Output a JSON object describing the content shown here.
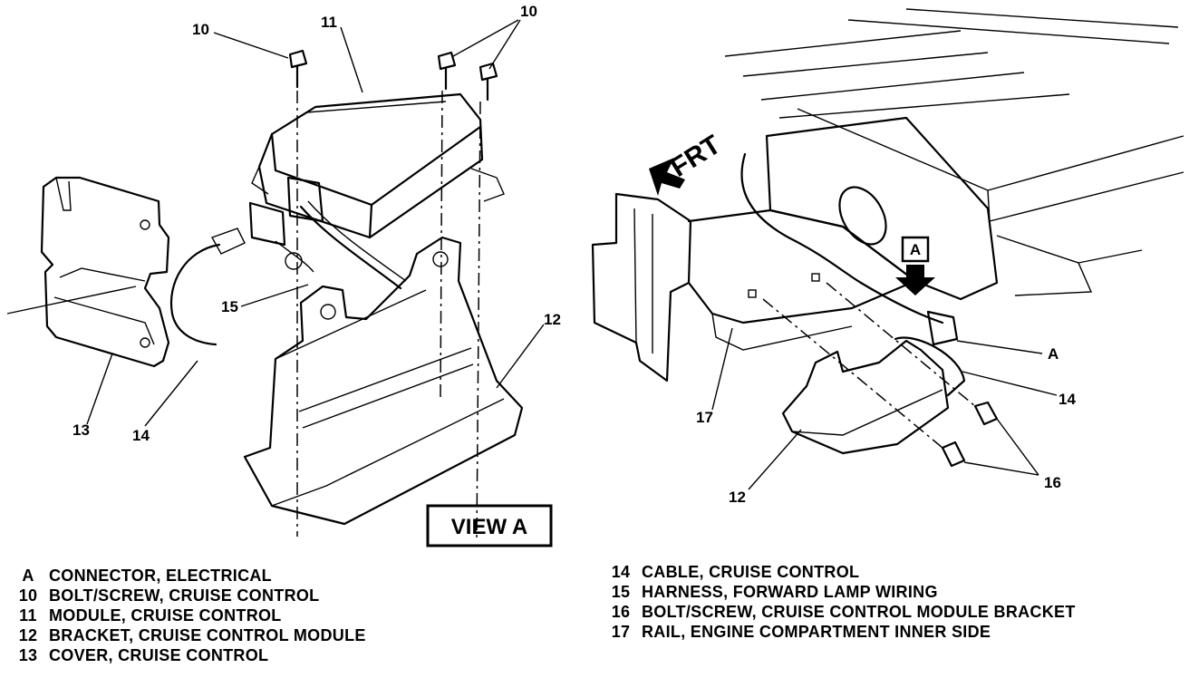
{
  "diagram": {
    "callouts": {
      "left_10_a": "10",
      "left_10_b": "10",
      "left_11": "11",
      "left_15": "15",
      "left_12": "12",
      "left_13": "13",
      "left_14": "14",
      "right_frt": "FRT",
      "right_a_box": "A",
      "right_a": "A",
      "right_14": "14",
      "right_17": "17",
      "right_12": "12",
      "right_16": "16"
    },
    "view_label": "VIEW A"
  },
  "legend": {
    "left": [
      {
        "key": "A",
        "text": "CONNECTOR, ELECTRICAL"
      },
      {
        "key": "10",
        "text": "BOLT/SCREW, CRUISE CONTROL"
      },
      {
        "key": "11",
        "text": "MODULE, CRUISE CONTROL"
      },
      {
        "key": "12",
        "text": "BRACKET, CRUISE CONTROL MODULE"
      },
      {
        "key": "13",
        "text": "COVER, CRUISE CONTROL"
      }
    ],
    "right": [
      {
        "key": "14",
        "text": "CABLE, CRUISE CONTROL"
      },
      {
        "key": "15",
        "text": "HARNESS, FORWARD LAMP WIRING"
      },
      {
        "key": "16",
        "text": "BOLT/SCREW, CRUISE CONTROL MODULE BRACKET"
      },
      {
        "key": "17",
        "text": "RAIL, ENGINE COMPARTMENT INNER SIDE"
      }
    ]
  }
}
